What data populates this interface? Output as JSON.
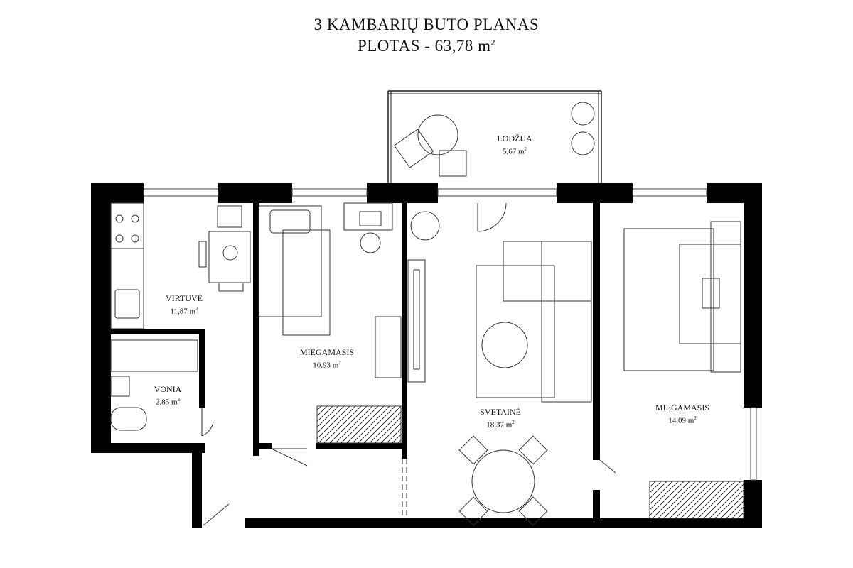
{
  "header": {
    "title": "3 KAMBARIŲ BUTO PLANAS",
    "area_prefix": "PLOTAS - 63,78 m",
    "area_sup": "2"
  },
  "rooms": {
    "lodzija": {
      "name": "LODŽIJA",
      "area": "5,67 m",
      "sup": "2"
    },
    "virtuve": {
      "name": "VIRTUVĖ",
      "area": "11,87 m",
      "sup": "2"
    },
    "vonia": {
      "name": "VONIA",
      "area": "2,85 m",
      "sup": "2"
    },
    "miegamasis1": {
      "name": "MIEGAMASIS",
      "area": "10,93 m",
      "sup": "2"
    },
    "svetaine": {
      "name": "SVETAINĖ",
      "area": "18,37 m",
      "sup": "2"
    },
    "miegamasis2": {
      "name": "MIEGAMASIS",
      "area": "14,09 m",
      "sup": "2"
    }
  }
}
